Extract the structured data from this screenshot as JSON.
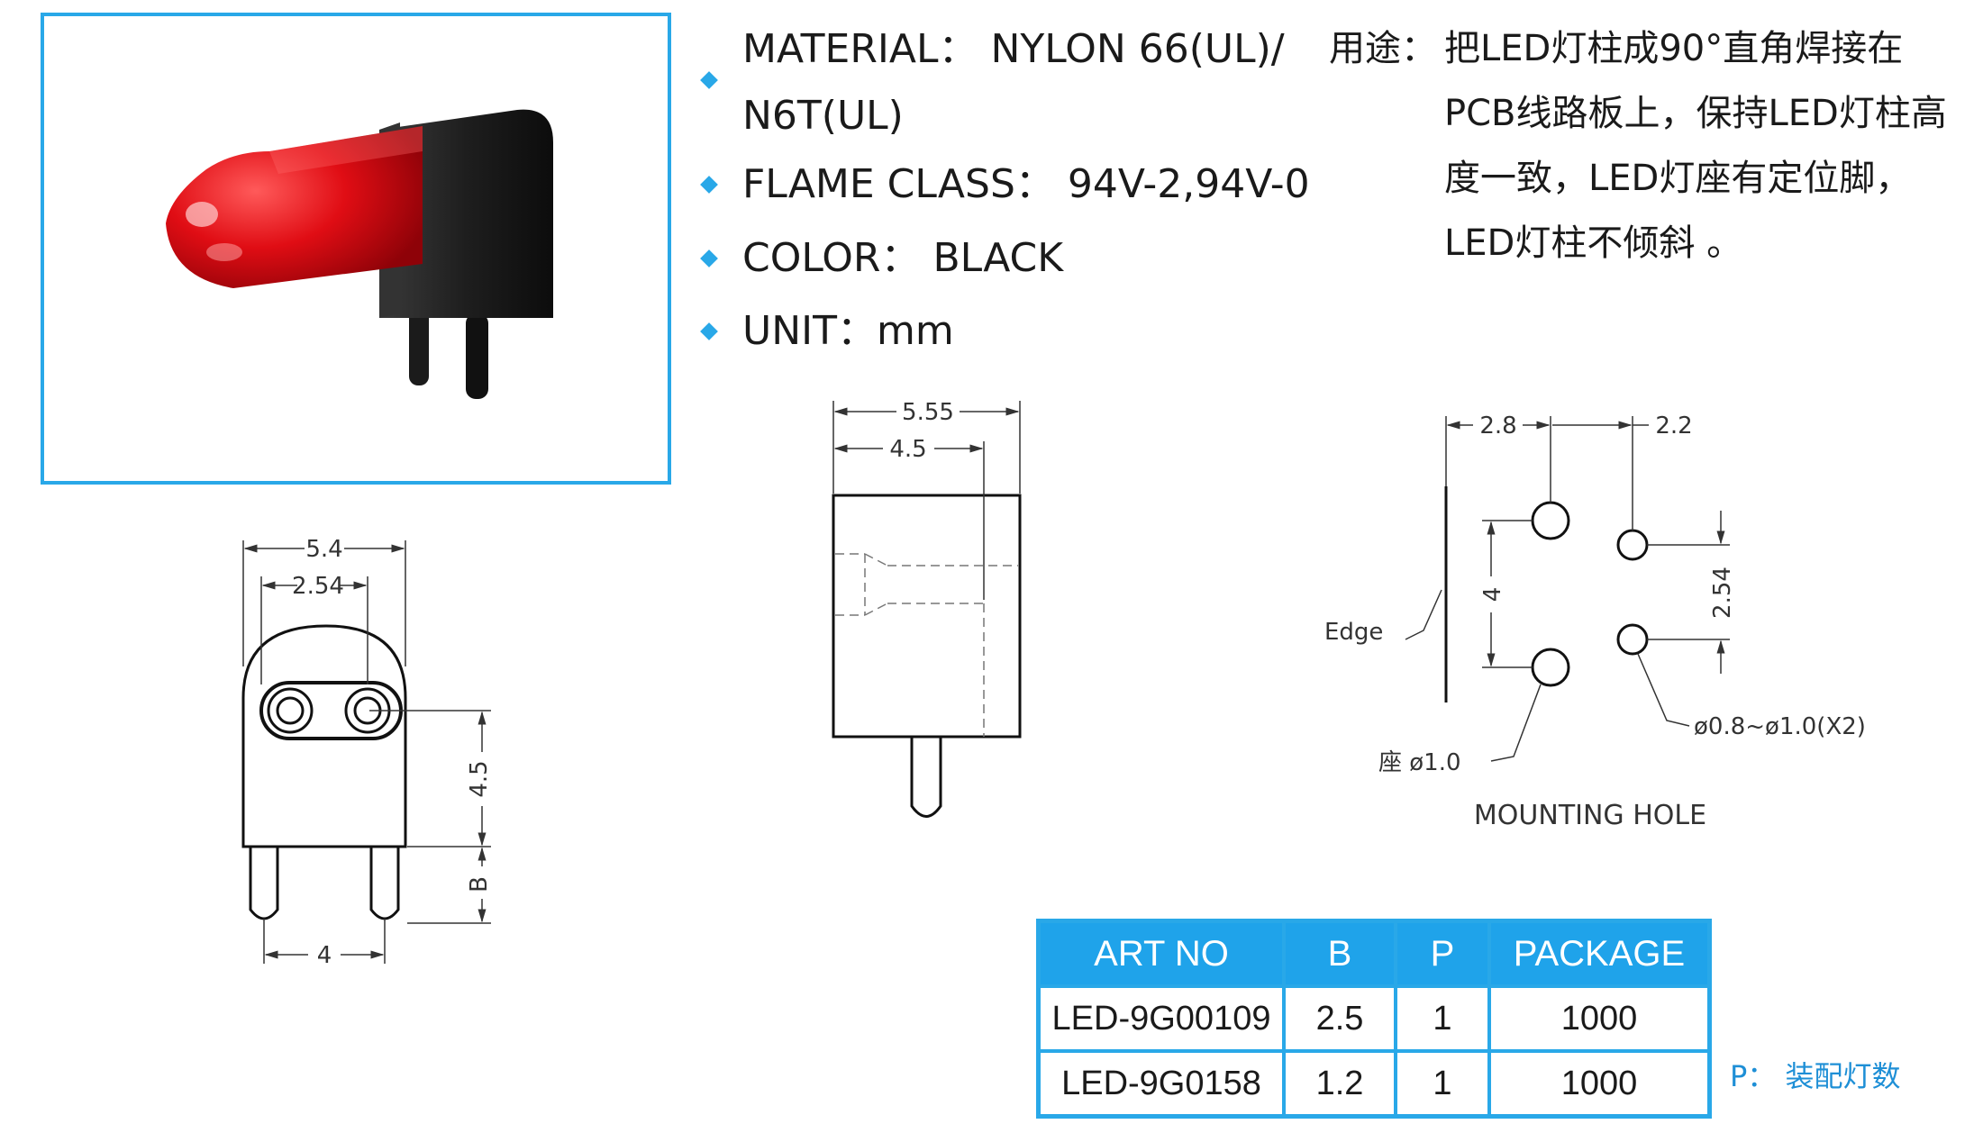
{
  "specs": [
    {
      "line1": "MATERIAL： NYLON 66(UL)/",
      "line2": "N6T(UL)"
    },
    {
      "line1": "FLAME CLASS： 94V-2,94V-0"
    },
    {
      "line1": "COLOR： BLACK"
    },
    {
      "line1": "UNIT：mm"
    }
  ],
  "usage": {
    "label": "用途：",
    "lines": [
      "把LED灯柱成90°直角焊接在",
      "PCB线路板上，保持LED灯柱高",
      "度一致，LED灯座有定位脚，",
      "LED灯柱不倾斜 。"
    ]
  },
  "front_view": {
    "dim_width": "5.4",
    "dim_pitch": "2.54",
    "dim_height": "4.5",
    "dim_b": "B",
    "dim_pin_spacing": "4"
  },
  "side_view": {
    "dim_total": "5.55",
    "dim_inner": "4.5"
  },
  "mounting_hole": {
    "dim_left": "2.8",
    "dim_right": "2.2",
    "dim_vertical": "4",
    "dim_pitch": "2.54",
    "edge_label": "Edge",
    "seat_label": "座 ø1.0",
    "hole_label": "ø0.8~ø1.0(X2)",
    "title": "MOUNTING  HOLE"
  },
  "table": {
    "headers": [
      "ART NO",
      "B",
      "P",
      "PACKAGE"
    ],
    "rows": [
      [
        "LED-9G00109",
        "2.5",
        "1",
        "1000"
      ],
      [
        "LED-9G0158",
        "1.2",
        "1",
        "1000"
      ]
    ]
  },
  "p_note": "P：  装配灯数",
  "colors": {
    "accent": "#29a8e8",
    "header_bg": "#1fa3ea",
    "note_text": "#1e8fd6"
  }
}
